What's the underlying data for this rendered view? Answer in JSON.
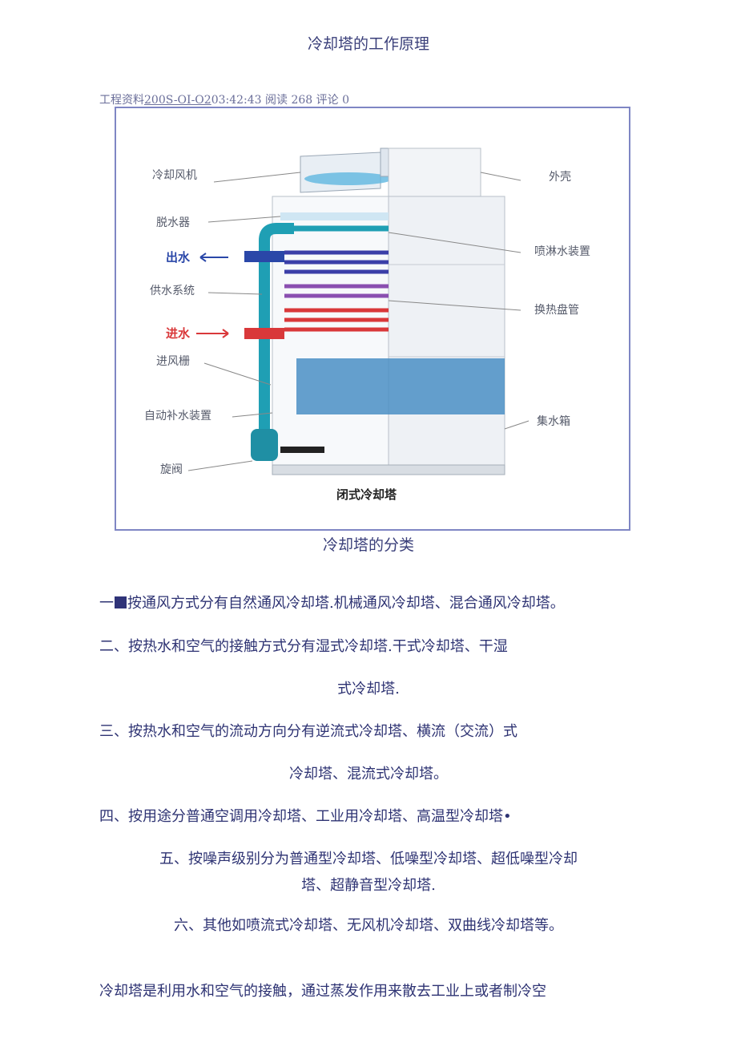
{
  "title": "冷却塔的工作原理",
  "meta": {
    "prefix": "工程资料",
    "date": "200S-OI-O2",
    "suffix": "03:42:43 阅读 268 评论 0"
  },
  "figure": {
    "labels_left": [
      "冷却风机",
      "脱水器",
      "出水",
      "供水系统",
      "进水",
      "进风栅",
      "自动补水装置",
      "旋阀"
    ],
    "labels_right": [
      "外壳",
      "喷淋水装置",
      "换热盘管",
      "集水箱"
    ],
    "caption_in_image": "闭式冷却塔",
    "colors": {
      "frame": "#7f86c4",
      "pipe": "#1f9fb4",
      "hot": "#d9383a",
      "cold": "#2a47a8",
      "fill": "#4a8fc4"
    }
  },
  "caption": "冷却塔的分类",
  "classifications": [
    {
      "pre": "一",
      "text": "按通风方式分有自然通风冷却塔.机械通风冷却塔、混合通风冷却塔。"
    },
    {
      "line1": "二、按热水和空气的接触方式分有湿式冷却塔.干式冷却塔、干湿",
      "line2": "式冷却塔."
    },
    {
      "line1": "三、按热水和空气的流动方向分有逆流式冷却塔、横流（交流）式",
      "line2": "冷却塔、混流式冷却塔。"
    },
    {
      "line1": "四、按用途分普通空调用冷却塔、工业用冷却塔、高温型冷却塔•"
    },
    {
      "line1": "五、按噪声级别分为普通型冷却塔、低噪型冷却塔、超低噪型冷却",
      "line2": "塔、超静音型冷却塔."
    },
    {
      "line1": "六、其他如喷流式冷却塔、无风机冷却塔、双曲线冷却塔等。"
    }
  ],
  "intro": "冷却塔是利用水和空气的接触，通过蒸发作用来散去工业上或者制冷空"
}
